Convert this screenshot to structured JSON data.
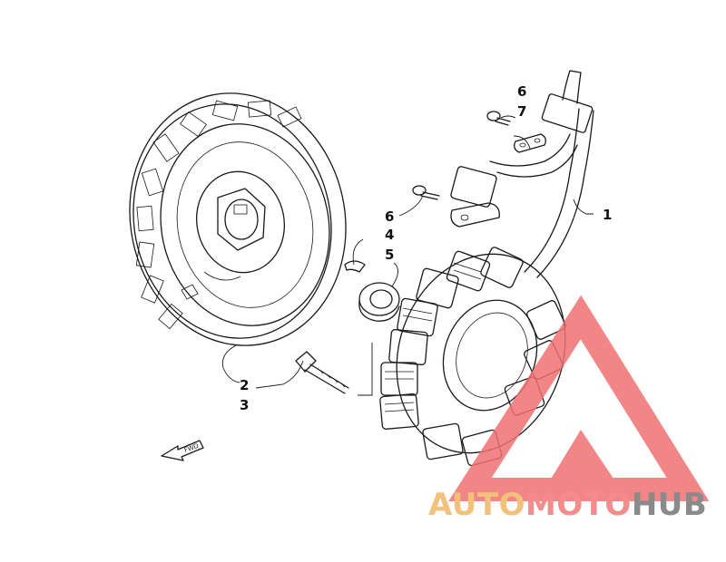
{
  "diagram": {
    "callouts": {
      "c1": "1",
      "c2": "2",
      "c3": "3",
      "c4": "4",
      "c5": "5",
      "c6a": "6",
      "c6b": "6",
      "c7": "7"
    },
    "direction_arrow": "FWD"
  },
  "watermark": {
    "part1": "AUTO",
    "part2": "MOTO",
    "part3": "HUB",
    "colors": {
      "auto": "#f3c17c",
      "moto": "#f48c8c",
      "hub": "#8a8a8a",
      "triangle": "#f07070"
    }
  }
}
